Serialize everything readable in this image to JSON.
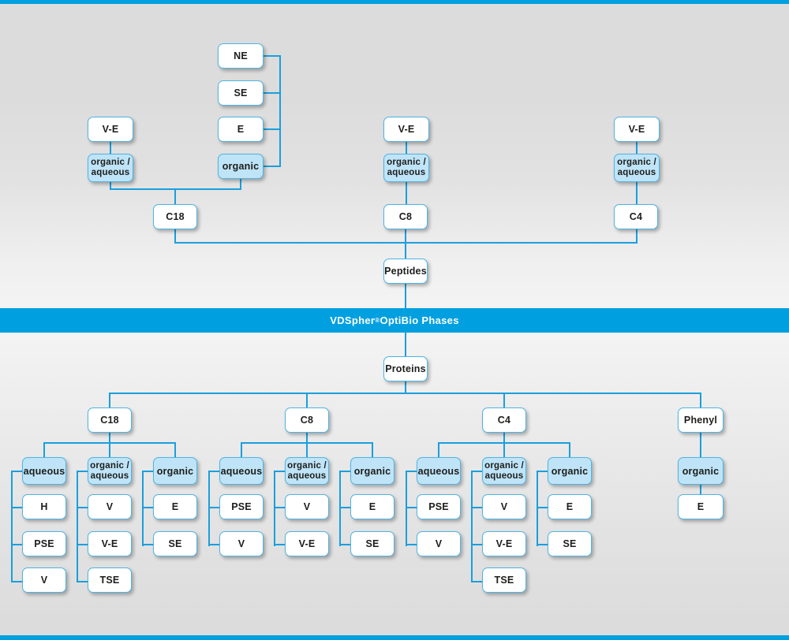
{
  "banner": {
    "brand": "VDSpher",
    "registered_mark": "®",
    "suffix": " OptiBio Phases"
  },
  "peptides": {
    "root_label": "Peptides",
    "columns": [
      {
        "id": "c18",
        "phase_label": "C18",
        "modes": [
          {
            "label": "organic / aqueous",
            "line1": "organic /",
            "line2": "aqueous",
            "filled": true,
            "children": [
              {
                "label": "V-E"
              }
            ]
          },
          {
            "label": "organic",
            "line1": "organic",
            "line2": "",
            "filled": true,
            "children": [
              {
                "label": "NE"
              },
              {
                "label": "SE"
              },
              {
                "label": "E"
              }
            ]
          }
        ]
      },
      {
        "id": "c8",
        "phase_label": "C8",
        "modes": [
          {
            "label": "organic / aqueous",
            "line1": "organic /",
            "line2": "aqueous",
            "filled": true,
            "children": [
              {
                "label": "V-E"
              }
            ]
          }
        ]
      },
      {
        "id": "c4",
        "phase_label": "C4",
        "modes": [
          {
            "label": "organic / aqueous",
            "line1": "organic /",
            "line2": "aqueous",
            "filled": true,
            "children": [
              {
                "label": "V-E"
              }
            ]
          }
        ]
      }
    ]
  },
  "proteins": {
    "root_label": "Proteins",
    "columns": [
      {
        "id": "c18",
        "phase_label": "C18",
        "modes": [
          {
            "label": "aqueous",
            "line1": "aqueous",
            "line2": "",
            "filled": true,
            "children": [
              {
                "label": "H"
              },
              {
                "label": "PSE"
              },
              {
                "label": "V"
              }
            ]
          },
          {
            "label": "organic / aqueous",
            "line1": "organic /",
            "line2": "aqueous",
            "filled": true,
            "children": [
              {
                "label": "V"
              },
              {
                "label": "V-E"
              },
              {
                "label": "TSE"
              }
            ]
          },
          {
            "label": "organic",
            "line1": "organic",
            "line2": "",
            "filled": true,
            "children": [
              {
                "label": "E"
              },
              {
                "label": "SE"
              }
            ]
          }
        ]
      },
      {
        "id": "c8",
        "phase_label": "C8",
        "modes": [
          {
            "label": "aqueous",
            "line1": "aqueous",
            "line2": "",
            "filled": true,
            "children": [
              {
                "label": "PSE"
              },
              {
                "label": "V"
              }
            ]
          },
          {
            "label": "organic / aqueous",
            "line1": "organic /",
            "line2": "aqueous",
            "filled": true,
            "children": [
              {
                "label": "V"
              },
              {
                "label": "V-E"
              }
            ]
          },
          {
            "label": "organic",
            "line1": "organic",
            "line2": "",
            "filled": true,
            "children": [
              {
                "label": "E"
              },
              {
                "label": "SE"
              }
            ]
          }
        ]
      },
      {
        "id": "c4",
        "phase_label": "C4",
        "modes": [
          {
            "label": "aqueous",
            "line1": "aqueous",
            "line2": "",
            "filled": true,
            "children": [
              {
                "label": "PSE"
              },
              {
                "label": "V"
              }
            ]
          },
          {
            "label": "organic / aqueous",
            "line1": "organic /",
            "line2": "aqueous",
            "filled": true,
            "children": [
              {
                "label": "V"
              },
              {
                "label": "V-E"
              },
              {
                "label": "TSE"
              }
            ]
          },
          {
            "label": "organic",
            "line1": "organic",
            "line2": "",
            "filled": true,
            "children": [
              {
                "label": "E"
              },
              {
                "label": "SE"
              }
            ]
          }
        ]
      },
      {
        "id": "phenyl",
        "phase_label": "Phenyl",
        "modes": [
          {
            "label": "organic",
            "line1": "organic",
            "line2": "",
            "filled": true,
            "children": [
              {
                "label": "E"
              }
            ]
          }
        ]
      }
    ]
  },
  "colors": {
    "accent": "#00a0e0",
    "line": "#1a9fdc",
    "node_border": "#4fb4e4",
    "node_fill": "#bfe4f8",
    "node_bg": "#ffffff",
    "page_bg": "#dcdcdc",
    "banner_text": "#ffffff"
  }
}
